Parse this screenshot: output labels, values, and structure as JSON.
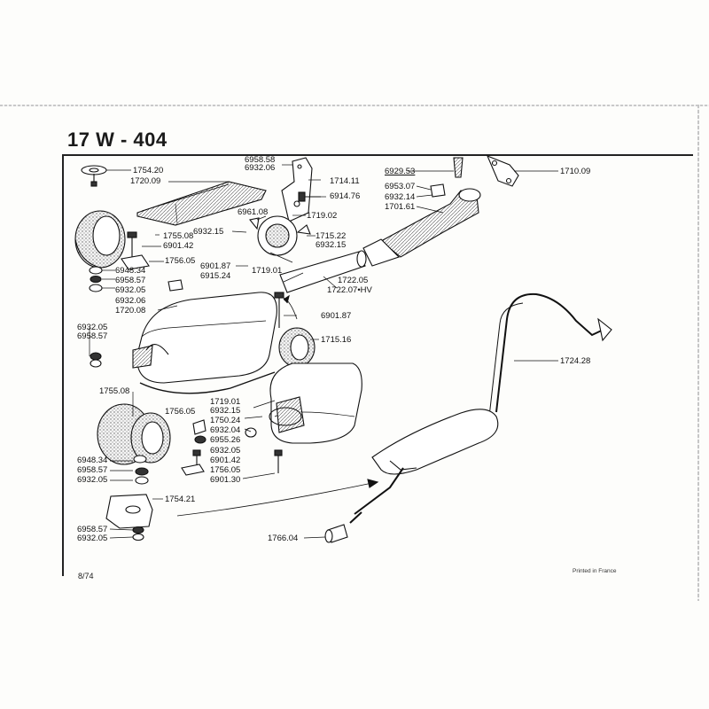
{
  "document": {
    "title": "17 W - 404",
    "footer_code": "8/74",
    "printed_note": "Printed in France"
  },
  "part_labels": {
    "p1754_20": "1754.20",
    "p1720_09": "1720.09",
    "p6958_58": "6958.58",
    "p6932_06_top": "6932.06",
    "p1714_11": "1714.11",
    "p6914_76": "6914.76",
    "p6961_08": "6961.08",
    "p1719_02": "1719.02",
    "p6932_15_a": "6932.15",
    "p1715_22": "1715.22",
    "p6932_15_b": "6932.15",
    "p1755_08_top": "1755.08",
    "p6901_42_top": "6901.42",
    "p1756_05_top": "1756.05",
    "p6948_34_top": "6948.34",
    "p6958_57_top": "6958.57",
    "p6932_05_top": "6932.05",
    "p6932_06_mid": "6932.06",
    "p1720_08": "1720.08",
    "p6901_87_a": "6901.87",
    "p6915_24": "6915.24",
    "p1719_01_a": "1719.01",
    "p1722_05": "1722.05",
    "p1722_07": "1722.07•HV",
    "p6901_87_b": "6901.87",
    "p6929_53": "6929.53",
    "p6953_07": "6953.07",
    "p6932_14": "6932.14",
    "p1701_61": "1701.61",
    "p1710_09": "1710.09",
    "p6932_05_left": "6932.05",
    "p6958_57_left": "6958.57",
    "p1715_16": "1715.16",
    "p1724_28": "1724.28",
    "p1755_08_bot": "1755.08",
    "p1719_01_b": "1719.01",
    "p6932_15_c": "6932.15",
    "p1756_05_mid": "1756.05",
    "p1750_24": "1750.24",
    "p6932_04": "6932.04",
    "p6955_26": "6955.26",
    "p6932_05_mid": "6932.05",
    "p6901_42_bot": "6901.42",
    "p1756_05_bot": "1756.05",
    "p6901_30": "6901.30",
    "p6948_34_bot": "6948.34",
    "p6958_57_bot": "6958.57",
    "p6932_05_bot": "6932.05",
    "p1754_21": "1754.21",
    "p6958_57_foot": "6958.57",
    "p6932_05_foot": "6932.05",
    "p1766_04": "1766.04"
  }
}
